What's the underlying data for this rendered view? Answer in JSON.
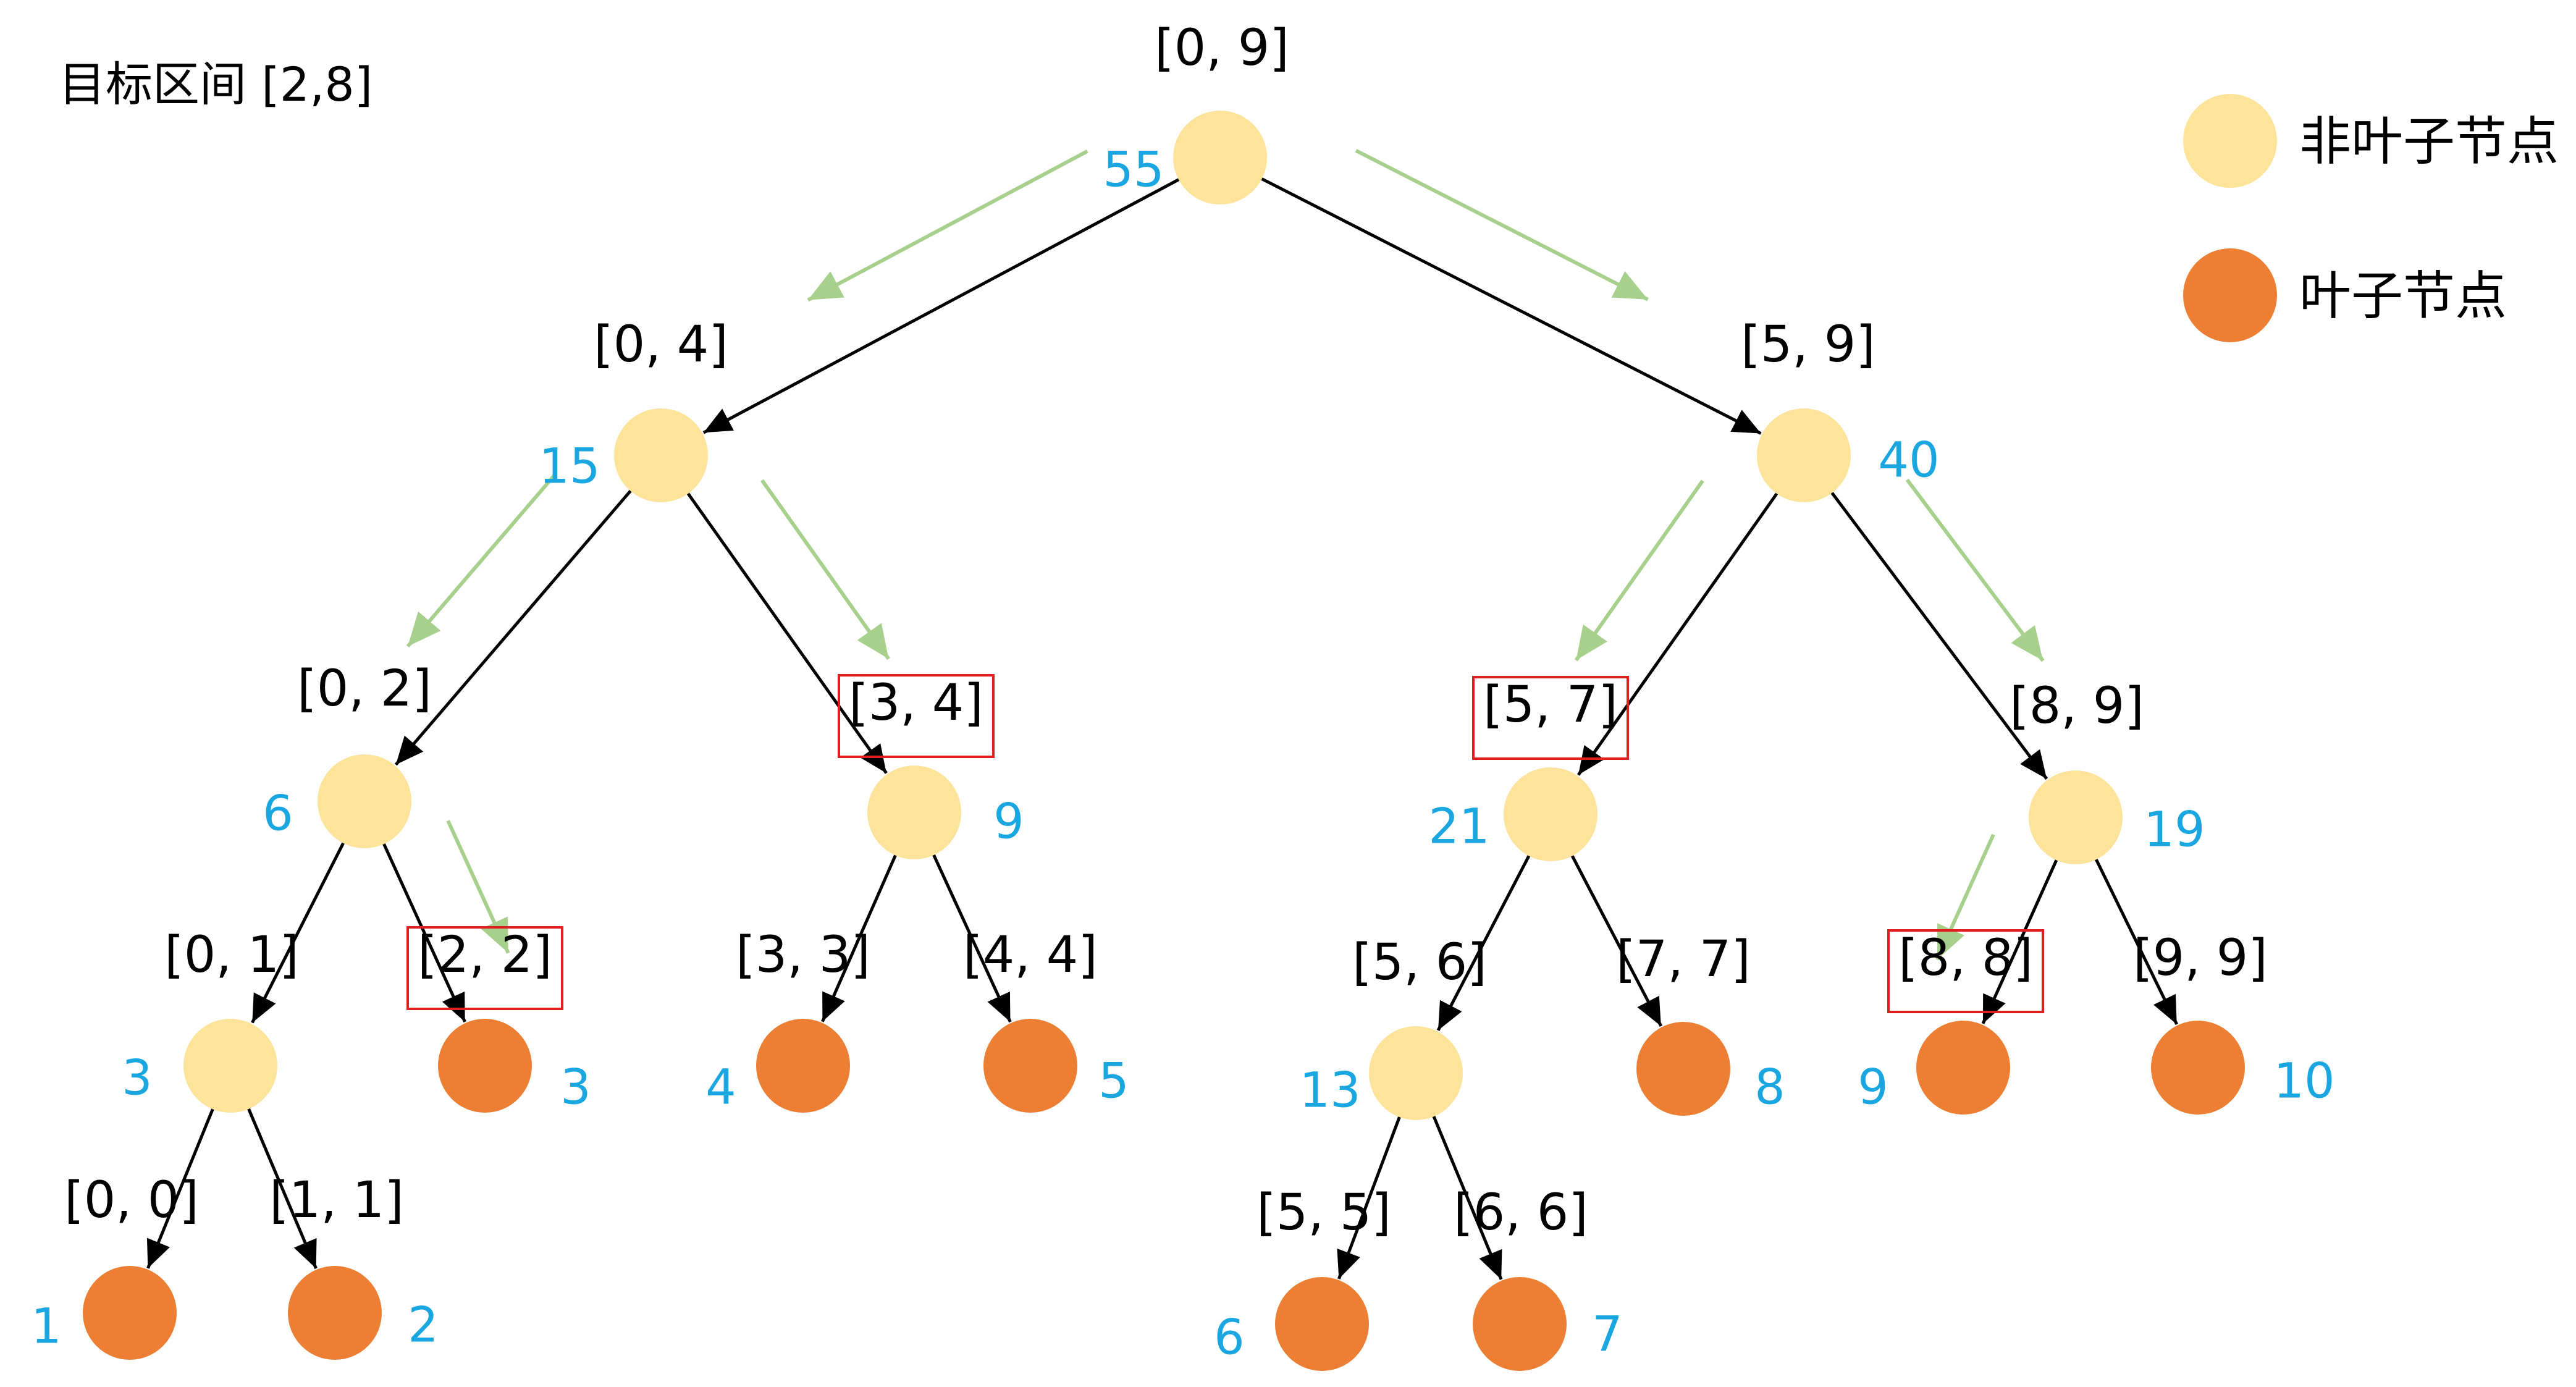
{
  "title": "目标区间 [2,8]",
  "legend": {
    "internal_label": "非叶子节点",
    "leaf_label": "叶子节点"
  },
  "colors": {
    "internal_node": "#FDE49A",
    "leaf_node": "#EC7F33",
    "value_text": "#1AA6E0",
    "edge": "#000000",
    "traversal_arrow": "#A8D08D",
    "highlight_box": "#E02020"
  },
  "nodes": [
    {
      "id": "n0_9",
      "range": "[0, 9]",
      "value": "55",
      "type": "internal",
      "highlighted": false
    },
    {
      "id": "n0_4",
      "range": "[0, 4]",
      "value": "15",
      "type": "internal",
      "highlighted": false
    },
    {
      "id": "n5_9",
      "range": "[5, 9]",
      "value": "40",
      "type": "internal",
      "highlighted": false
    },
    {
      "id": "n0_2",
      "range": "[0, 2]",
      "value": "6",
      "type": "internal",
      "highlighted": false
    },
    {
      "id": "n3_4",
      "range": "[3, 4]",
      "value": "9",
      "type": "internal",
      "highlighted": true
    },
    {
      "id": "n5_7",
      "range": "[5, 7]",
      "value": "21",
      "type": "internal",
      "highlighted": true
    },
    {
      "id": "n8_9",
      "range": "[8, 9]",
      "value": "19",
      "type": "internal",
      "highlighted": false
    },
    {
      "id": "n0_1",
      "range": "[0, 1]",
      "value": "3",
      "type": "internal",
      "highlighted": false
    },
    {
      "id": "n2_2",
      "range": "[2, 2]",
      "value": "3",
      "type": "leaf",
      "highlighted": true
    },
    {
      "id": "n3_3",
      "range": "[3, 3]",
      "value": "4",
      "type": "leaf",
      "highlighted": false
    },
    {
      "id": "n4_4",
      "range": "[4, 4]",
      "value": "5",
      "type": "leaf",
      "highlighted": false
    },
    {
      "id": "n5_6",
      "range": "[5, 6]",
      "value": "13",
      "type": "internal",
      "highlighted": false
    },
    {
      "id": "n7_7",
      "range": "[7, 7]",
      "value": "8",
      "type": "leaf",
      "highlighted": false
    },
    {
      "id": "n8_8",
      "range": "[8, 8]",
      "value": "9",
      "type": "leaf",
      "highlighted": true
    },
    {
      "id": "n9_9",
      "range": "[9, 9]",
      "value": "10",
      "type": "leaf",
      "highlighted": false
    },
    {
      "id": "n0_0",
      "range": "[0, 0]",
      "value": "1",
      "type": "leaf",
      "highlighted": false
    },
    {
      "id": "n1_1",
      "range": "[1, 1]",
      "value": "2",
      "type": "leaf",
      "highlighted": false
    },
    {
      "id": "n5_5",
      "range": "[5, 5]",
      "value": "6",
      "type": "leaf",
      "highlighted": false
    },
    {
      "id": "n6_6",
      "range": "[6, 6]",
      "value": "7",
      "type": "leaf",
      "highlighted": false
    }
  ],
  "edges": [
    [
      "n0_9",
      "n0_4"
    ],
    [
      "n0_9",
      "n5_9"
    ],
    [
      "n0_4",
      "n0_2"
    ],
    [
      "n0_4",
      "n3_4"
    ],
    [
      "n5_9",
      "n5_7"
    ],
    [
      "n5_9",
      "n8_9"
    ],
    [
      "n0_2",
      "n0_1"
    ],
    [
      "n0_2",
      "n2_2"
    ],
    [
      "n3_4",
      "n3_3"
    ],
    [
      "n3_4",
      "n4_4"
    ],
    [
      "n5_7",
      "n5_6"
    ],
    [
      "n5_7",
      "n7_7"
    ],
    [
      "n8_9",
      "n8_8"
    ],
    [
      "n8_9",
      "n9_9"
    ],
    [
      "n0_1",
      "n0_0"
    ],
    [
      "n0_1",
      "n1_1"
    ],
    [
      "n5_6",
      "n5_5"
    ],
    [
      "n5_6",
      "n6_6"
    ]
  ],
  "traversal_path": [
    [
      "n0_9",
      "n0_4"
    ],
    [
      "n0_9",
      "n5_9"
    ],
    [
      "n0_4",
      "n0_2"
    ],
    [
      "n0_4",
      "n3_4"
    ],
    [
      "n5_9",
      "n5_7"
    ],
    [
      "n5_9",
      "n8_9"
    ],
    [
      "n0_2",
      "n2_2"
    ],
    [
      "n8_9",
      "n8_8"
    ]
  ]
}
